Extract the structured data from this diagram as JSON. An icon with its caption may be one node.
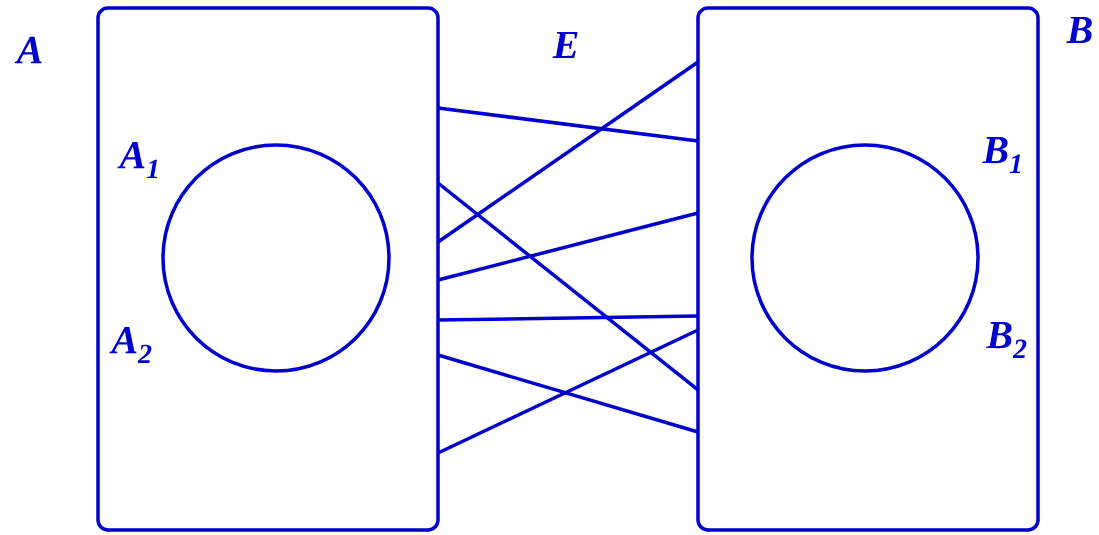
{
  "diagram": {
    "nodes": [
      {
        "text": [
          "A"
        ]
      },
      {
        "text": [
          "B"
        ]
      },
      {
        "text": [
          "A$_{1}$",
          "A$_{2}$"
        ],
        "in": 0
      },
      {
        "text": [
          "B$_{1}$",
          "B$_{2}$"
        ],
        "in": 1
      }
    ],
    "edges": [
      {
        "from": 0,
        "to": 1,
        "arrow": "none"
      },
      {
        "from": 0,
        "to": 1,
        "arrow": "none"
      },
      {
        "from": 0,
        "to": 1,
        "arrow": "none"
      },
      {
        "from": 0,
        "to": 1,
        "arrow": "none"
      },
      {
        "from": 0,
        "to": 1,
        "arrow": "none"
      },
      {
        "from": 0,
        "to": 1,
        "arrow": "none"
      },
      {
        "from": 0,
        "to": 1,
        "arrow": "none"
      }
    ],
    "labels": [
      "E"
    ]
  }
}
